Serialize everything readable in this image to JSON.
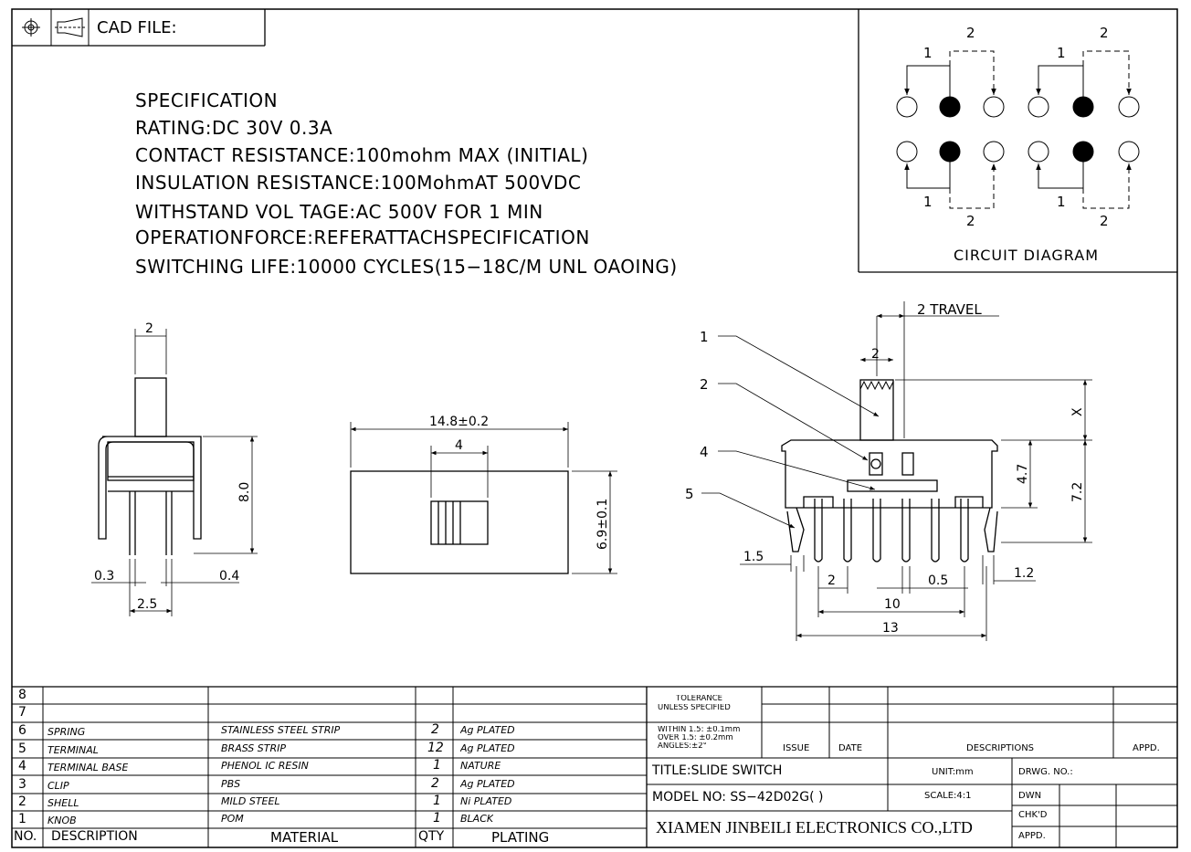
{
  "header": {
    "cad_label": "CAD FILE:"
  },
  "specification": {
    "lines": [
      "SPECIFICATION",
      "RATING:DC  30V 0.3A",
      "CONTACT RESISTANCE:100mohm MAX (INITIAL)",
      "INSULATION RESISTANCE:100MohmAT 500VDC",
      "WITHSTAND VOL TAGE:AC 500V FOR 1 MIN",
      "OPERATIONFORCE:REFERATTACHSPECIFICATION",
      "SWITCHING LIFE:10000 CYCLES(15−18C/M UNL OAOING)"
    ]
  },
  "circuit": {
    "title": "CIRCUIT DIAGRAM",
    "label_1": "1",
    "label_2": "2"
  },
  "dimensions": {
    "side_view": {
      "top_width": "2",
      "height": "8.0",
      "pin_pitch": "2.5",
      "left_thk": "0.3",
      "right_thk": "0.4"
    },
    "top_view": {
      "length": "14.8±0.2",
      "knob": "4",
      "width": "6.9±0.1"
    },
    "front_view": {
      "travel": "2 TRAVEL",
      "actuator": "2",
      "x_dim": "X",
      "h1": "4.7",
      "h2": "7.2",
      "left_off": "1.5",
      "pitch": "2",
      "pin_w": "0.5",
      "right_off": "1.2",
      "span10": "10",
      "span13": "13",
      "callouts": [
        "1",
        "2",
        "4",
        "5"
      ]
    }
  },
  "bom": {
    "headers": {
      "no": "NO.",
      "description": "DESCRIPTION",
      "material": "MATERIAL",
      "qty": "QTY",
      "plating": "PLATING"
    },
    "rows": [
      {
        "no": "8",
        "description": "",
        "material": "",
        "qty": "",
        "plating": ""
      },
      {
        "no": "7",
        "description": "",
        "material": "",
        "qty": "",
        "plating": ""
      },
      {
        "no": "6",
        "description": "SPRING",
        "material": "STAINLESS STEEL STRIP",
        "qty": "2",
        "plating": "Ag PLATED"
      },
      {
        "no": "5",
        "description": "TERMINAL",
        "material": "BRASS STRIP",
        "qty": "12",
        "plating": "Ag PLATED"
      },
      {
        "no": "4",
        "description": "TERMINAL BASE",
        "material": "PHENOL IC RESIN",
        "qty": "1",
        "plating": "NATURE"
      },
      {
        "no": "3",
        "description": "CLIP",
        "material": "PBS",
        "qty": "2",
        "plating": "Ag PLATED"
      },
      {
        "no": "2",
        "description": "SHELL",
        "material": "MILD STEEL",
        "qty": "1",
        "plating": "Ni PLATED"
      },
      {
        "no": "1",
        "description": "KNOB",
        "material": "POM",
        "qty": "1",
        "plating": "BLACK"
      }
    ]
  },
  "title_block": {
    "tolerance_1": "TOLERANCE",
    "tolerance_2": "UNLESS SPECIFIED",
    "within": "WITHIN 1.5: ±0.1mm",
    "over": "OVER 1.5:  ±0.2mm",
    "angles": "ANGLES:±2°",
    "issue": "ISSUE",
    "date": "DATE",
    "descriptions": "DESCRIPTIONS",
    "appd_header": "APPD.",
    "title": "TITLE:SLIDE SWITCH",
    "model": "MODEL NO: SS−42D02G( )",
    "unit": "UNIT:mm",
    "scale": "SCALE:4:1",
    "drwg_no": "DRWG. NO.:",
    "dwn": "DWN",
    "chkd": "CHK'D",
    "appd": "APPD.",
    "company": "XIAMEN JINBEILI ELECTRONICS CO.,LTD"
  }
}
